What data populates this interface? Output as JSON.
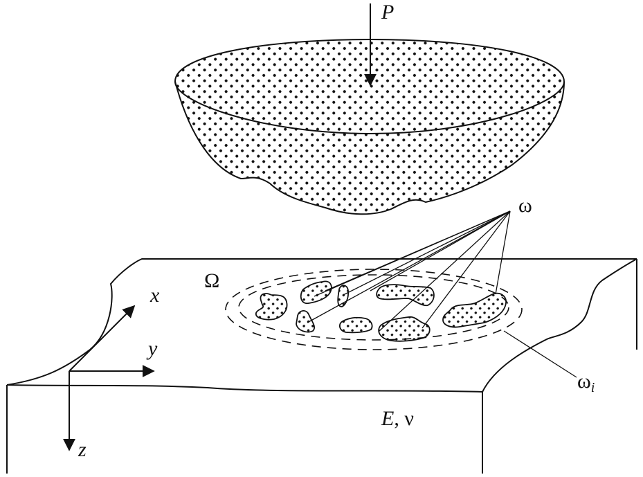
{
  "labels": {
    "force": "P",
    "contact_spots": "ω",
    "nominal_area": "Ω",
    "spot_i_base": "ω",
    "spot_i_sub": "i",
    "axis_x": "x",
    "axis_y": "y",
    "axis_z": "z",
    "material_E": "E",
    "material_sep": ", ",
    "material_nu": "ν"
  },
  "colors": {
    "ink": "#111111",
    "background": "#ffffff"
  }
}
